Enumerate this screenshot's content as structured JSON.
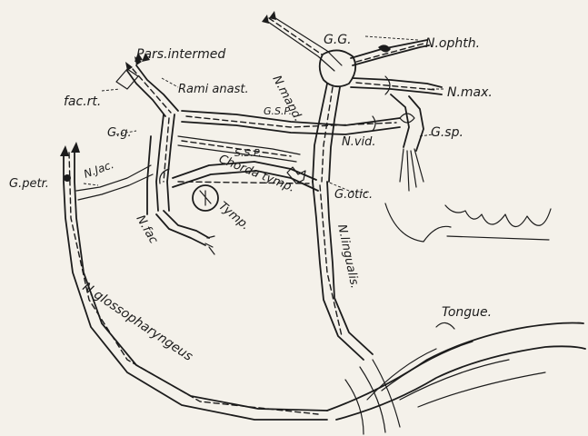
{
  "labels": {
    "gg": "G.G.",
    "n_ophth": "N.ophth.",
    "pars_intermed": "Pars.intermed",
    "n_mand": "N.mand.",
    "n_max": "N.max.",
    "rami_anast": "Rami anast.",
    "fac_rt": "fac.rt.",
    "gsp_upper": "G.S.P.",
    "g_sp": "G.sp.",
    "gg_small": "G.g.",
    "ssp": "S.S.P.",
    "n_vid": "N.vid.",
    "n_jac": "N.Jac.",
    "chorda_tymp": "Chorda tymp.",
    "g_petr": "G.petr.",
    "g_otic": "G.otic.",
    "tymp": "Tymp.",
    "n_fac": "N.fac",
    "n_lingualis": "N.lingualis.",
    "tongue": "Tongue.",
    "n_glosso": "N.glossopharyngeus"
  }
}
